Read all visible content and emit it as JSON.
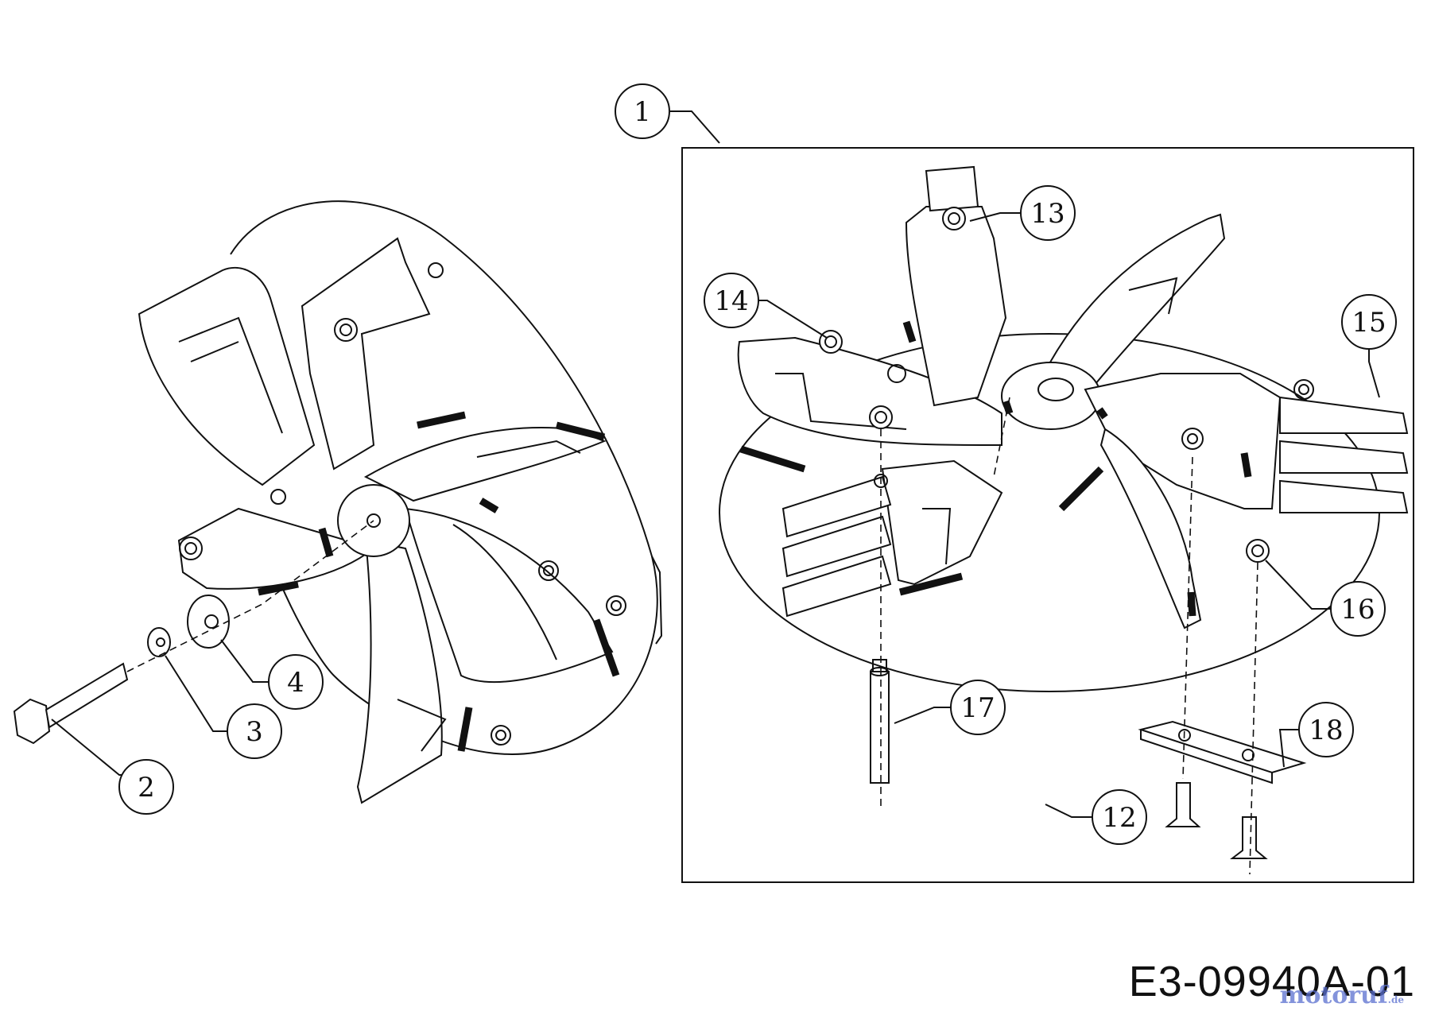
{
  "diagram": {
    "callouts": [
      {
        "label": "1"
      },
      {
        "label": "2"
      },
      {
        "label": "3"
      },
      {
        "label": "4"
      },
      {
        "label": "12"
      },
      {
        "label": "13"
      },
      {
        "label": "14"
      },
      {
        "label": "15"
      },
      {
        "label": "16"
      },
      {
        "label": "17"
      },
      {
        "label": "18"
      }
    ],
    "part_code": "E3-09940A-01",
    "watermark": {
      "name": "motoruf",
      "suffix": ".de"
    }
  }
}
